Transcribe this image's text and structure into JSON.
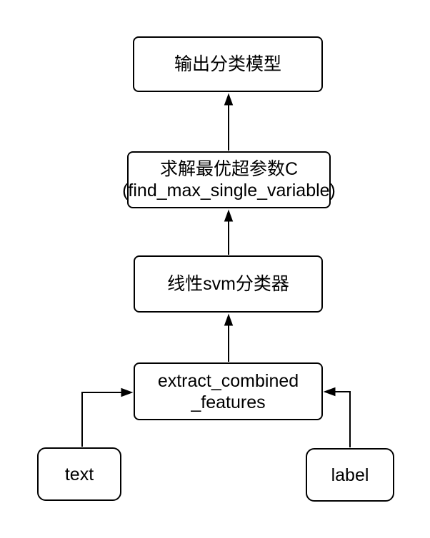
{
  "colors": {
    "stroke": "#000000",
    "node_fill": "#ffffff",
    "background": "#ffffff"
  },
  "nodes": {
    "output_model": {
      "lines": [
        "输出分类模型"
      ]
    },
    "find_optimal_c": {
      "lines": [
        "求解最优超参数C",
        "(find_max_single_variable)"
      ]
    },
    "linear_svm": {
      "lines": [
        "线性svm分类器"
      ]
    },
    "extract_features": {
      "lines": [
        "extract_combined",
        "_features"
      ]
    },
    "text_source": {
      "lines": [
        "text"
      ]
    },
    "label_source": {
      "lines": [
        "label"
      ]
    }
  }
}
